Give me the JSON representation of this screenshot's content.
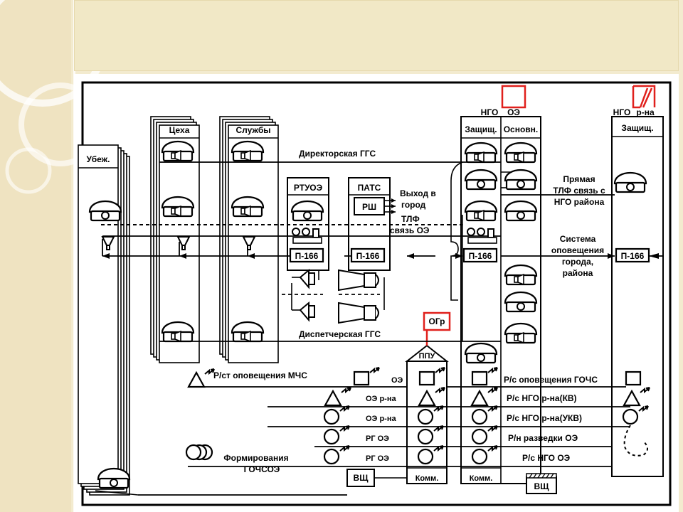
{
  "texts": {
    "ubezh": "Убеж.",
    "tseha": "Цеха",
    "sluzhby": "Службы",
    "direktorskaya_ggs": "Директорская ГГС",
    "rtuoe": "РТУОЭ",
    "pats": "ПАТС",
    "rsh": "РШ",
    "vyhod_1": "Выход в",
    "vyhod_2": "город",
    "tlf_1": "ТЛФ",
    "tlf_2": "связь ОЭ",
    "p166_1": "П-166",
    "p166_2": "П-166",
    "p166_3": "П-166",
    "p166_4": "П-166",
    "ngo_1": "НГО",
    "oe_top": "ОЭ",
    "ngo_2": "НГО",
    "r_na_top": "р-на",
    "zashch_1": "Защищ.",
    "osnovn": "Основн.",
    "zashch_2": "Защищ.",
    "pryamaya_1": "Прямая",
    "pryamaya_2": "ТЛФ связь с",
    "pryamaya_3": "НГО района",
    "sistema_1": "Система",
    "sistema_2": "оповещения",
    "sistema_3": "города,",
    "sistema_4": "района",
    "dispetcherskaya_ggs": "Диспетчерская ГГС",
    "ogr": "ОГр",
    "ppu": "ППУ",
    "rst_mchs": "Р/ст оповещения МЧС",
    "oe_row": "ОЭ",
    "rs_gochs": "Р/с оповещения ГОЧС",
    "oe_rna_1": "ОЭ р-на",
    "oe_rna_2": "ОЭ р-на",
    "rs_ngo_kv": "Р/с НГО р-на(КВ)",
    "rs_ngo_ukv": "Р/с НГО р-на(УКВ)",
    "rg_oe_1": "РГ ОЭ",
    "rg_oe_2": "РГ ОЭ",
    "rn_razvedki": "Р/н разведки ОЭ",
    "rs_ngo_oe": "Р/с НГО ОЭ",
    "formirovaniya_1": "Формирования",
    "formirovaniya_2": "ГОЧСОЭ",
    "vshch_1": "ВЩ",
    "komm_1": "Комм.",
    "komm_2": "Комм.",
    "vshch_2": "ВЩ"
  },
  "colors": {
    "background": "#f3ebcf",
    "title_bar": "#f1e8c6",
    "accent_red": "#e0201c",
    "line": "#000000"
  },
  "icons": [
    "telephone-icon",
    "loudspeaker-icon",
    "horn-speaker-icon",
    "radio-station-icon",
    "radio-set-icon",
    "antenna-flash-icon",
    "fan-hatch-icon"
  ]
}
